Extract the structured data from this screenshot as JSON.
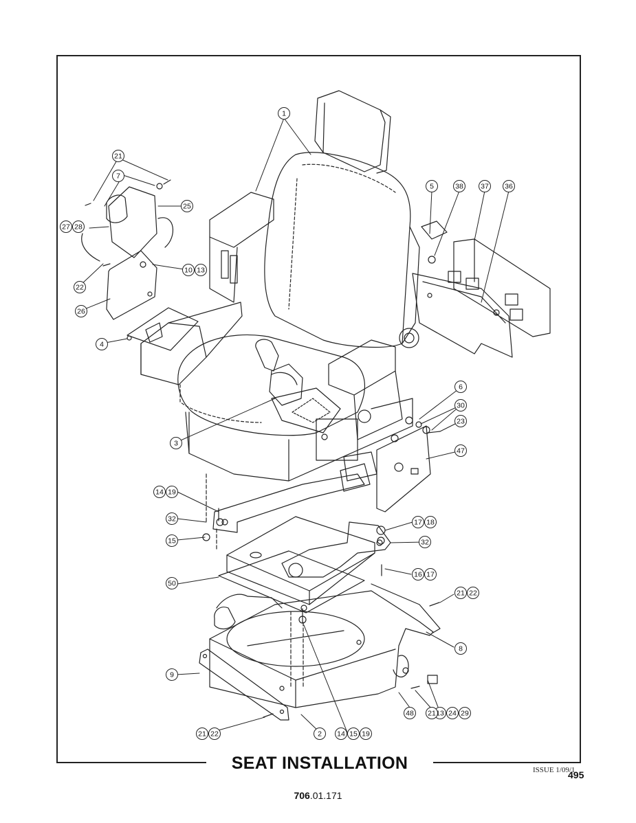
{
  "page": {
    "title": "SEAT INSTALLATION",
    "issue": "ISSUE 1/09/1",
    "page_number": "495",
    "doc_number_bold": "706",
    "doc_number_rest": ".01.171"
  },
  "callouts": [
    {
      "id": "c1",
      "labels": [
        "1"
      ]
    },
    {
      "id": "c21a",
      "labels": [
        "21"
      ]
    },
    {
      "id": "c7",
      "labels": [
        "7"
      ]
    },
    {
      "id": "c25",
      "labels": [
        "25"
      ]
    },
    {
      "id": "c27",
      "labels": [
        "27",
        "28"
      ]
    },
    {
      "id": "c10",
      "labels": [
        "10",
        "13"
      ]
    },
    {
      "id": "c22",
      "labels": [
        "22"
      ]
    },
    {
      "id": "c26",
      "labels": [
        "26"
      ]
    },
    {
      "id": "c4",
      "labels": [
        "4"
      ]
    },
    {
      "id": "c5",
      "labels": [
        "5"
      ]
    },
    {
      "id": "c38",
      "labels": [
        "38"
      ]
    },
    {
      "id": "c37",
      "labels": [
        "37"
      ]
    },
    {
      "id": "c36",
      "labels": [
        "36"
      ]
    },
    {
      "id": "c6",
      "labels": [
        "6"
      ]
    },
    {
      "id": "c30",
      "labels": [
        "30"
      ]
    },
    {
      "id": "c23",
      "labels": [
        "23"
      ]
    },
    {
      "id": "c47",
      "labels": [
        "47"
      ]
    },
    {
      "id": "c3",
      "labels": [
        "3"
      ]
    },
    {
      "id": "c14a",
      "labels": [
        "14",
        "19"
      ]
    },
    {
      "id": "c32a",
      "labels": [
        "32"
      ]
    },
    {
      "id": "c15",
      "labels": [
        "15"
      ]
    },
    {
      "id": "c17",
      "labels": [
        "17",
        "18"
      ]
    },
    {
      "id": "c32b",
      "labels": [
        "32"
      ]
    },
    {
      "id": "c16",
      "labels": [
        "16",
        "17"
      ]
    },
    {
      "id": "c50",
      "labels": [
        "50"
      ]
    },
    {
      "id": "c21b",
      "labels": [
        "21",
        "22"
      ]
    },
    {
      "id": "c8",
      "labels": [
        "8"
      ]
    },
    {
      "id": "c9",
      "labels": [
        "9"
      ]
    },
    {
      "id": "c13",
      "labels": [
        "13",
        "24",
        "29"
      ]
    },
    {
      "id": "c48",
      "labels": [
        "48"
      ]
    },
    {
      "id": "c21c",
      "labels": [
        "21"
      ]
    },
    {
      "id": "c21d",
      "labels": [
        "21",
        "22"
      ]
    },
    {
      "id": "c2",
      "labels": [
        "2"
      ]
    },
    {
      "id": "c14b",
      "labels": [
        "14",
        "15",
        "19"
      ]
    }
  ]
}
